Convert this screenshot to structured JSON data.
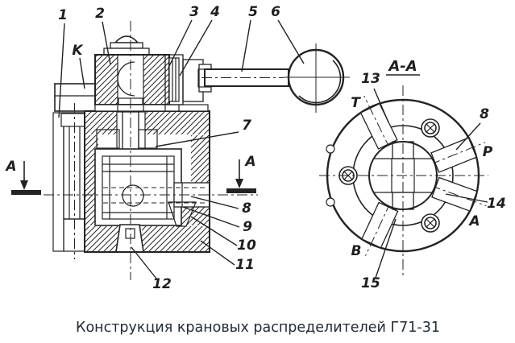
{
  "caption": {
    "text": "Конструкция крановых распределителей Г71-31"
  },
  "colors": {
    "line": "#232323",
    "caption_text": "#232b36",
    "paper": "#ffffff"
  },
  "front_view": {
    "labels": {
      "n1": "1",
      "n2": "2",
      "n3": "3",
      "n4": "4",
      "n5": "5",
      "n6": "6",
      "n7": "7",
      "n8": "8",
      "n9": "9",
      "n10": "10",
      "n11": "11",
      "n12": "12",
      "k": "K",
      "section_a": "A"
    }
  },
  "section_view": {
    "title": "А-А",
    "labels": {
      "n13": "13",
      "n8": "8",
      "n14": "14",
      "n15": "15"
    },
    "ports": {
      "t": "T",
      "p": "P",
      "a": "A",
      "b": "B"
    }
  }
}
